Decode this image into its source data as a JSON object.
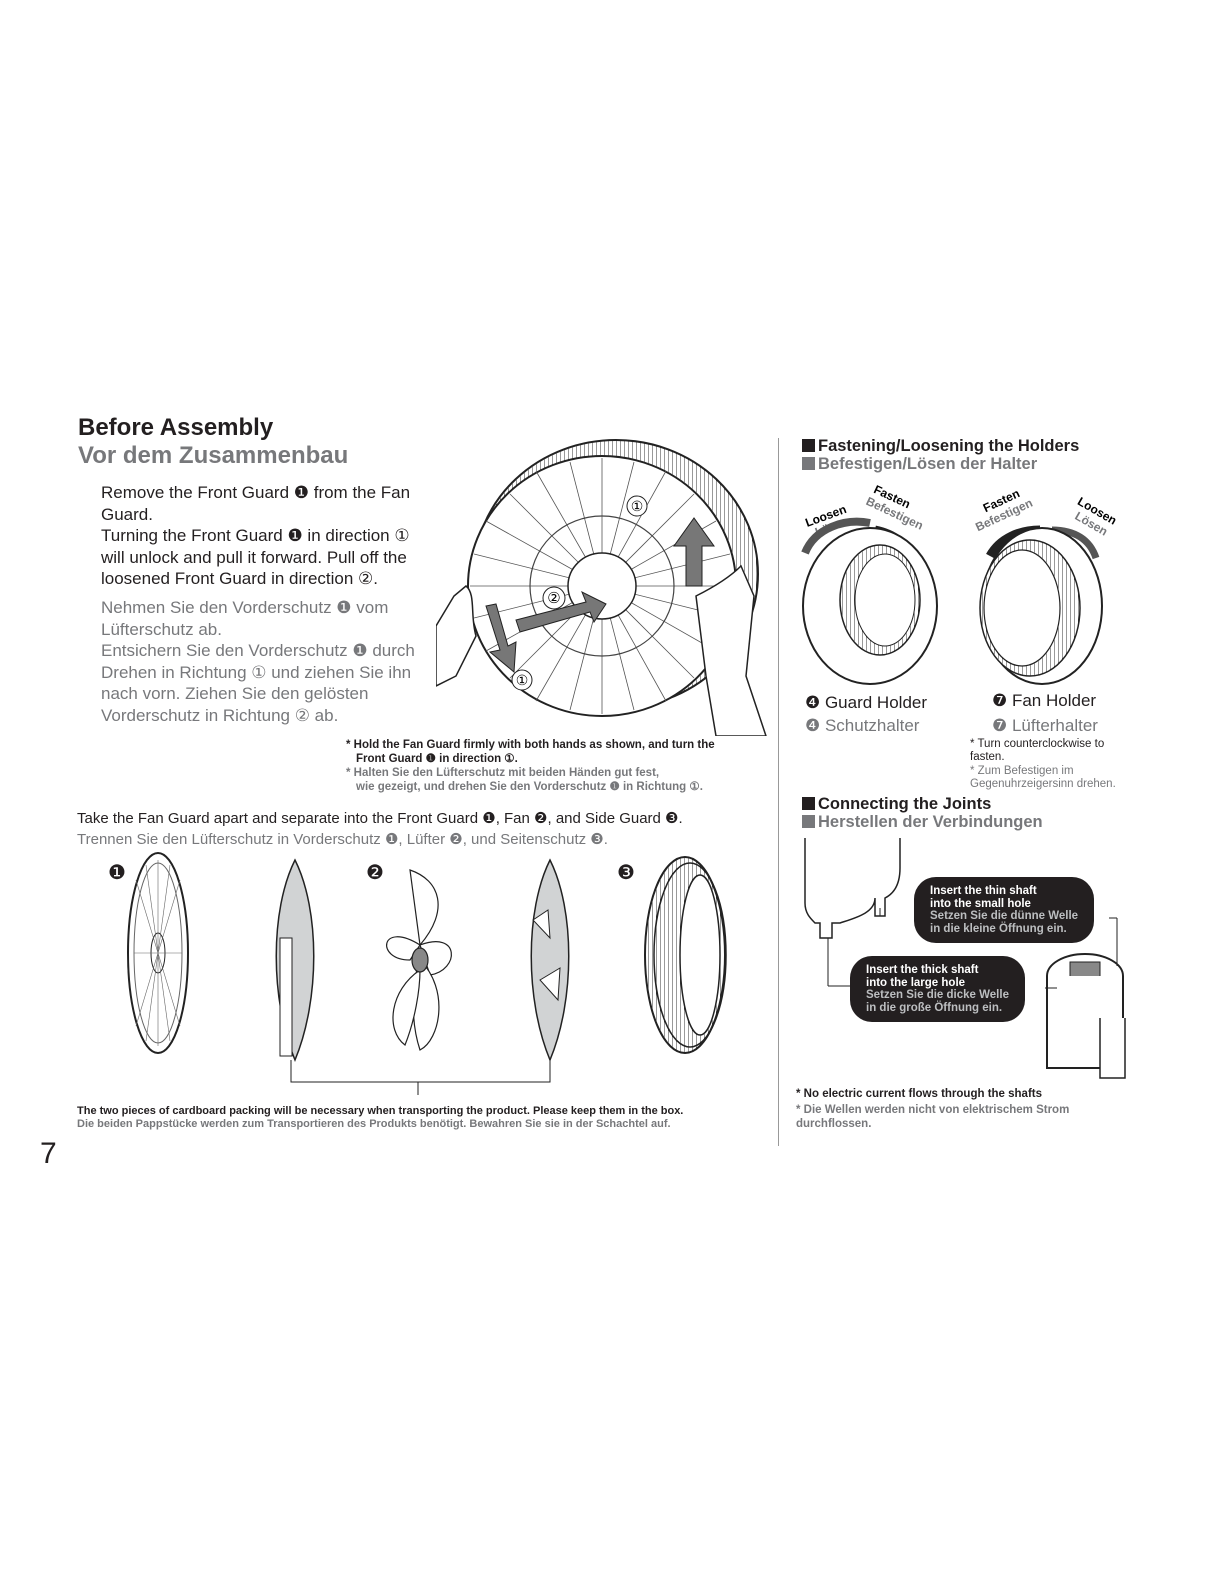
{
  "before": {
    "title_en": "Before Assembly",
    "title_de": "Vor dem Zusammenbau",
    "p1_en": "Remove the Front Guard ❶ from the Fan Guard.",
    "p2_en": "Turning the Front Guard ❶ in direction ① will unlock and pull it forward. Pull off the loosened Front Guard in direction ②.",
    "p1_de": "Nehmen Sie den Vorderschutz ❶ vom Lüfterschutz ab.",
    "p2_de": "Entsichern Sie den Vorderschutz ❶ durch Drehen in Richtung ① und ziehen Sie ihn nach vorn. Ziehen Sie den gelösten Vorderschutz in Richtung ② ab.",
    "note_en_1": "* Hold the Fan Guard firmly with both hands as shown, and turn the",
    "note_en_2": "Front Guard ❶ in direction ①.",
    "note_de_1": "* Halten Sie den Lüfterschutz mit beiden Händen gut fest,",
    "note_de_2": "wie gezeigt, und drehen Sie den Vorderschutz ❶ in Richtung ①.",
    "fig_marks": [
      "①",
      "②",
      "①"
    ]
  },
  "apart": {
    "text_en": "Take the Fan Guard apart and separate into the Front Guard ❶, Fan ❷, and Side Guard ❸.",
    "text_de": "Trennen Sie den Lüfterschutz in Vorderschutz ❶, Lüfter ❷, und Seitenschutz ❸.",
    "num1": "❶",
    "num2": "❷",
    "num3": "❸",
    "note_en": "The two pieces of cardboard packing will be necessary when transporting the product. Please keep them in the box.",
    "note_de": "Die beiden Pappstücke werden zum Transportieren des Produkts benötigt. Bewahren Sie sie in der Schachtel auf."
  },
  "holders": {
    "title_en": "Fastening/Loosening the Holders",
    "title_de": "Befestigen/Lösen der Halter",
    "loosen_en": "Loosen",
    "loosen_de": "Lösen",
    "fasten_en": "Fasten",
    "fasten_de": "Befestigen",
    "guard_holder_en": "❹ Guard Holder",
    "guard_holder_de": "❹ Schutzhalter",
    "fan_holder_en": "❼ Fan Holder",
    "fan_holder_de": "❼ Lüfterhalter",
    "note_en": "* Turn counterclockwise to fasten.",
    "note_de": "* Zum Befestigen im Gegenuhrzeigersinn drehen."
  },
  "joints": {
    "title_en": "Connecting the Joints",
    "title_de": "Herstellen der Verbindungen",
    "thin_en_1": "Insert the thin shaft",
    "thin_en_2": "into the small hole",
    "thin_de_1": "Setzen Sie die dünne Welle",
    "thin_de_2": "in die kleine Öffnung ein.",
    "thick_en_1": "Insert the thick shaft",
    "thick_en_2": "into the large hole",
    "thick_de_1": "Setzen Sie die dicke Welle",
    "thick_de_2": "in die große Öffnung ein.",
    "note_en": "* No electric current flows through the shafts",
    "note_de": "* Die Wellen werden nicht von elektrischem Strom durchflossen."
  },
  "page_number": "7"
}
